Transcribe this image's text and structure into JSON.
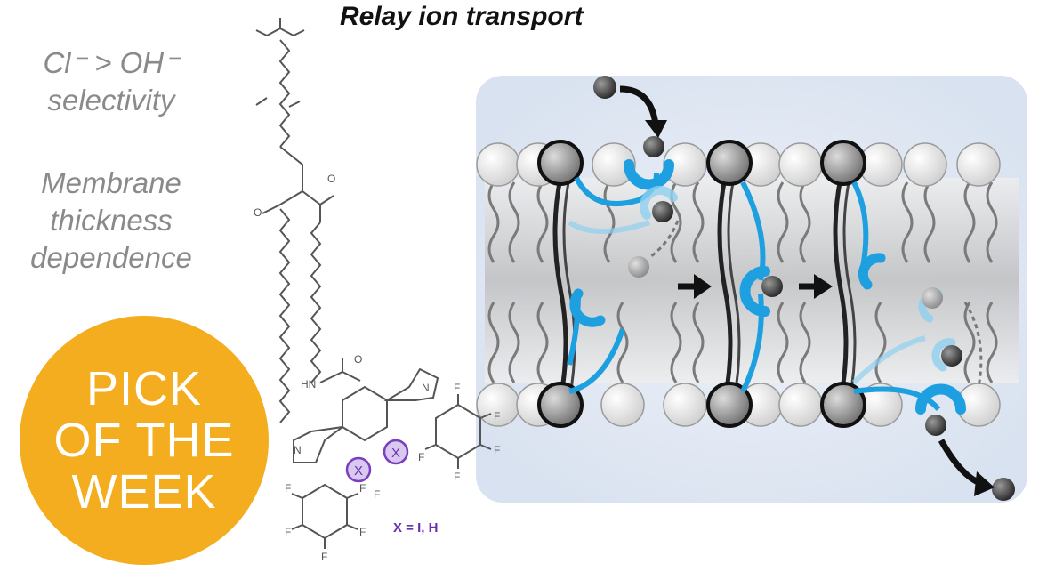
{
  "title": "Relay ion transport",
  "captions": {
    "selectivity_line1": "Cl⁻ > OH⁻",
    "selectivity_line2": "selectivity",
    "membrane_line1": "Membrane",
    "membrane_line2": "thickness",
    "membrane_line3": "dependence"
  },
  "badge": {
    "line1": "PICK",
    "line2": "OF THE",
    "line3": "WEEK"
  },
  "molecule": {
    "x_label": "X = I, H",
    "atom_x": "X",
    "atom_f": "F",
    "atom_o": "O",
    "atom_n": "N",
    "atom_h": "HN"
  },
  "colors": {
    "badge": "#f4ad1f",
    "carrier": "#1ea0e0",
    "ion": "#333333",
    "halogen": "#7a3fbf",
    "membrane_bg": "#dfe7f3"
  }
}
